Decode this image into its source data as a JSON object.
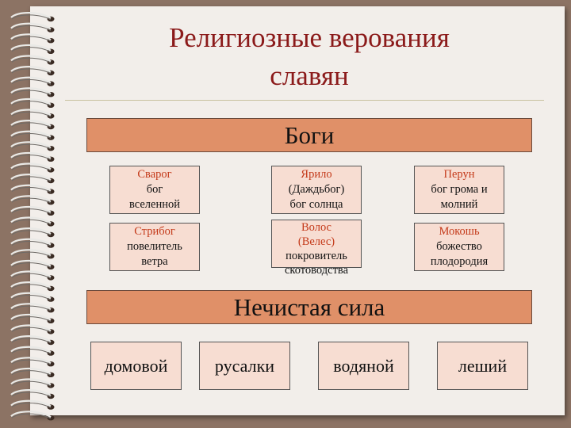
{
  "title": {
    "line1": "Религиозные верования",
    "line2": "славян"
  },
  "gods_header": "Боги",
  "gods": [
    {
      "name": "Сварог",
      "desc1": "бог",
      "desc2": "вселенной",
      "desc3": ""
    },
    {
      "name": "Ярило",
      "desc1": "(Даждьбог)",
      "desc2": "бог солнца",
      "desc3": ""
    },
    {
      "name": "Перун",
      "desc1": "бог грома и",
      "desc2": "молний",
      "desc3": ""
    },
    {
      "name": "Стрибог",
      "desc1": "повелитель",
      "desc2": "ветра",
      "desc3": ""
    },
    {
      "name": "Волос",
      "desc1": "(Велес)",
      "desc2": "покровитель",
      "desc3": "скотоводства"
    },
    {
      "name": "Мокошь",
      "desc1": "божество",
      "desc2": "плодородия",
      "desc3": ""
    }
  ],
  "evil_header": "Нечистая сила",
  "spirits": [
    "домовой",
    "русалки",
    "водяной",
    "леший"
  ],
  "colors": {
    "title": "#8b1a1a",
    "band": "#e09068",
    "box": "#f7ddd2",
    "god_name": "#c43a1a"
  }
}
